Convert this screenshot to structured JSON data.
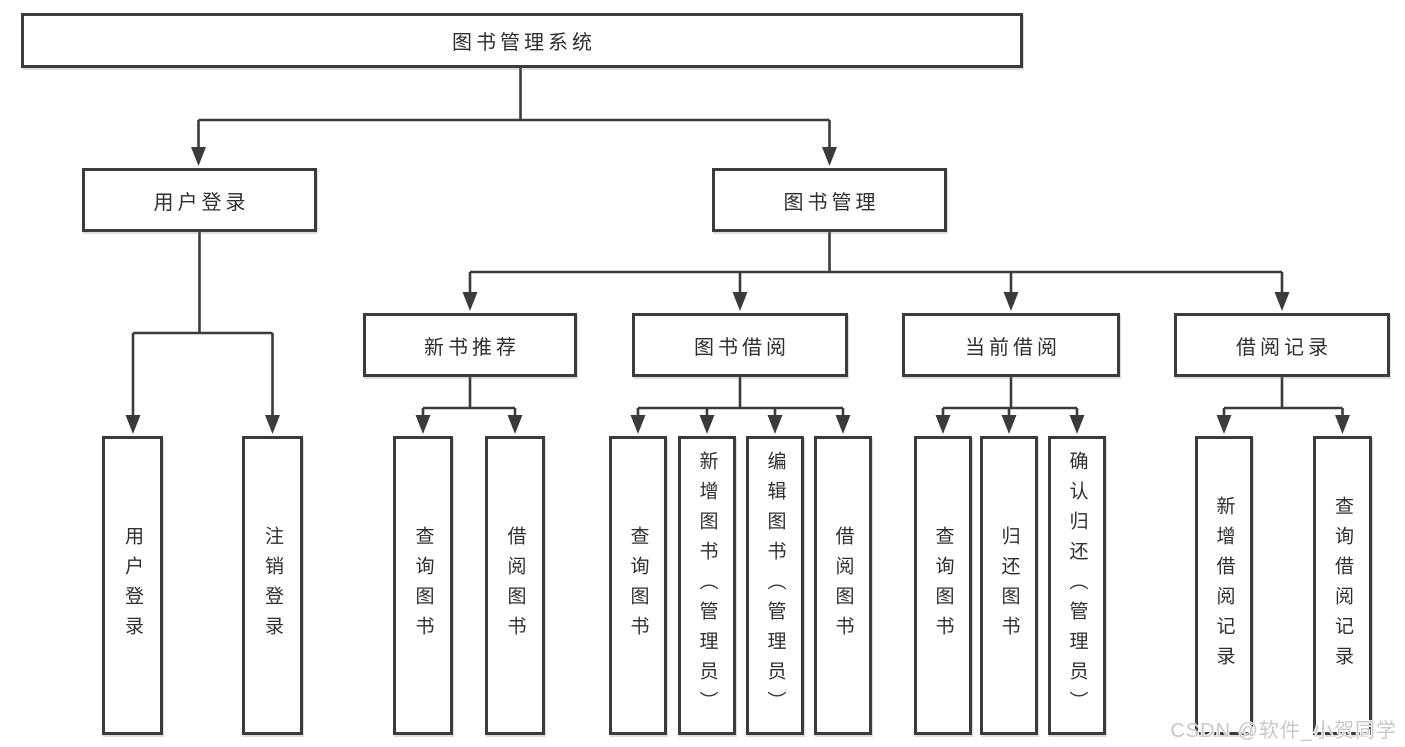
{
  "diagram": {
    "type": "hierarchy-tree",
    "title": "图书管理系统",
    "colors": {
      "background": "#ffffff",
      "line": "#3b3b3b",
      "box_border": "#3b3b3b",
      "box_fill": "#ffffff",
      "text": "#2f2f2f",
      "watermark_text": "#c8c8c8"
    },
    "tree": {
      "root": {
        "label": "图书管理系统"
      },
      "branches": [
        {
          "label": "用户登录",
          "children": [
            {
              "label": "用户登录"
            },
            {
              "label": "注销登录"
            }
          ]
        },
        {
          "label": "图书管理",
          "children": [
            {
              "label": "新书推荐",
              "children": [
                {
                  "label": "查询图书"
                },
                {
                  "label": "借阅图书"
                }
              ]
            },
            {
              "label": "图书借阅",
              "children": [
                {
                  "label": "查询图书"
                },
                {
                  "label": "新增图书（管理员）"
                },
                {
                  "label": "编辑图书（管理员）"
                },
                {
                  "label": "借阅图书"
                }
              ]
            },
            {
              "label": "当前借阅",
              "children": [
                {
                  "label": "查询图书"
                },
                {
                  "label": "归还图书"
                },
                {
                  "label": "确认归还（管理员）"
                }
              ]
            },
            {
              "label": "借阅记录",
              "children": [
                {
                  "label": "新增借阅记录"
                },
                {
                  "label": "查询借阅记录"
                }
              ]
            }
          ]
        }
      ]
    },
    "watermark": "CSDN @软件_小贺同学"
  }
}
